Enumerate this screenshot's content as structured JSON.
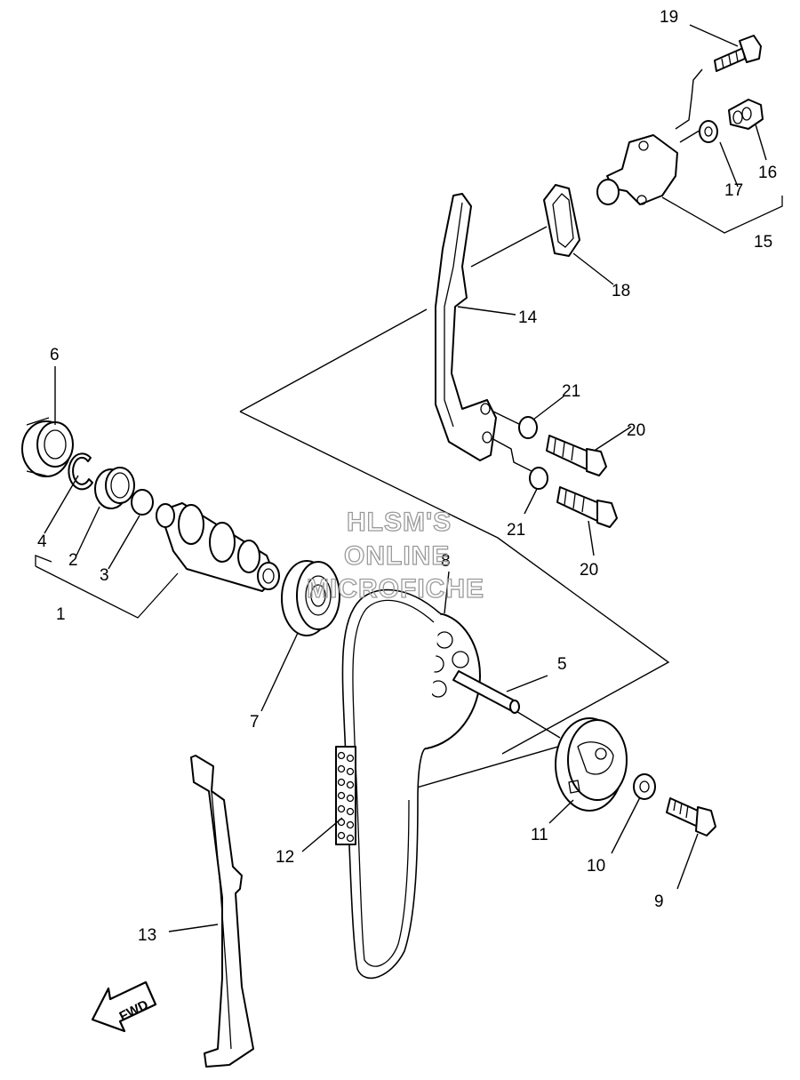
{
  "callouts": {
    "c1": "1",
    "c2": "2",
    "c3": "3",
    "c4": "4",
    "c5": "5",
    "c6": "6",
    "c7": "7",
    "c8": "8",
    "c9": "9",
    "c10": "10",
    "c11": "11",
    "c12": "12",
    "c13": "13",
    "c14": "14",
    "c15": "15",
    "c16": "16",
    "c17": "17",
    "c18": "18",
    "c19": "19",
    "c20a": "20",
    "c20b": "20",
    "c21a": "21",
    "c21b": "21"
  },
  "watermark": {
    "line1": "HLSM'S",
    "line2": "ONLINE",
    "line3": "MICROFICHE"
  },
  "direction_arrow": {
    "label": "FWD"
  }
}
